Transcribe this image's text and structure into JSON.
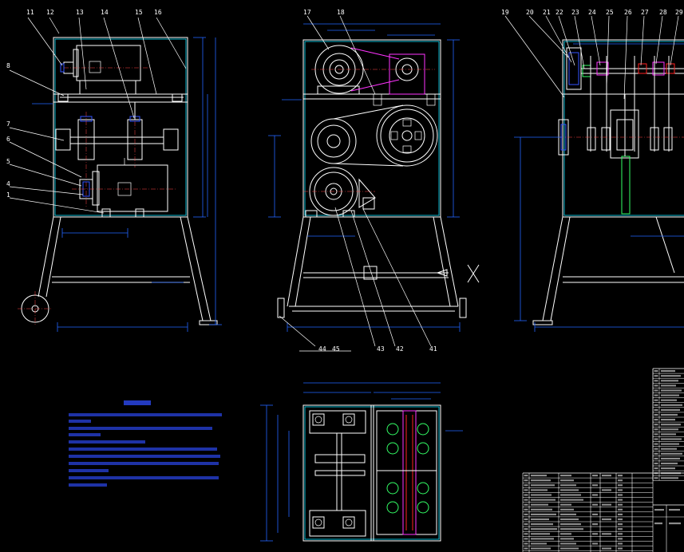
{
  "drawing": {
    "callouts_left": [
      "11",
      "12",
      "13",
      "14",
      "15",
      "16",
      "8",
      "7",
      "6",
      "5",
      "4",
      "1"
    ],
    "callouts_front": [
      "17",
      "18",
      "44",
      "45",
      "43",
      "42",
      "41"
    ],
    "callouts_side": [
      "19",
      "20",
      "21",
      "22",
      "23",
      "24",
      "25",
      "26",
      "27",
      "28",
      "29"
    ]
  },
  "colors": {
    "background": "#000000",
    "outline": "#ffffff",
    "dimension": "#2266ff",
    "belt": "#ff33ff",
    "accent": "#ff2222",
    "chain": "#33ff66"
  }
}
